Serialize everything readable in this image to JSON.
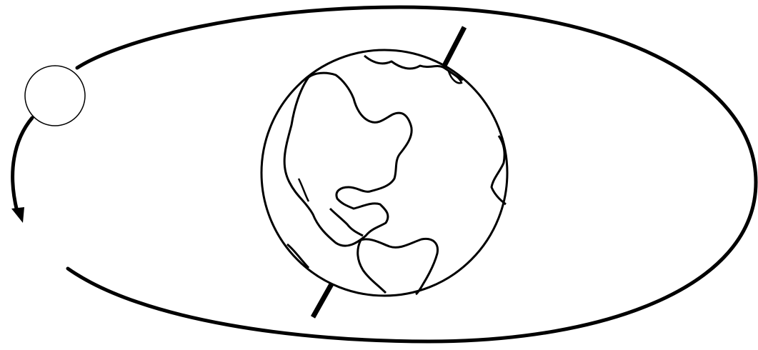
{
  "diagram": {
    "description_labels": [],
    "colors": {
      "stroke": "#000000",
      "background": "#ffffff",
      "moon_fill": "#ffffff"
    },
    "icons": {
      "earth": "earth-globe-icon",
      "moon": "moon-icon",
      "axis": "earth-axis",
      "orbit": "moon-orbit-path",
      "direction": "orbit-direction-arrow"
    }
  }
}
